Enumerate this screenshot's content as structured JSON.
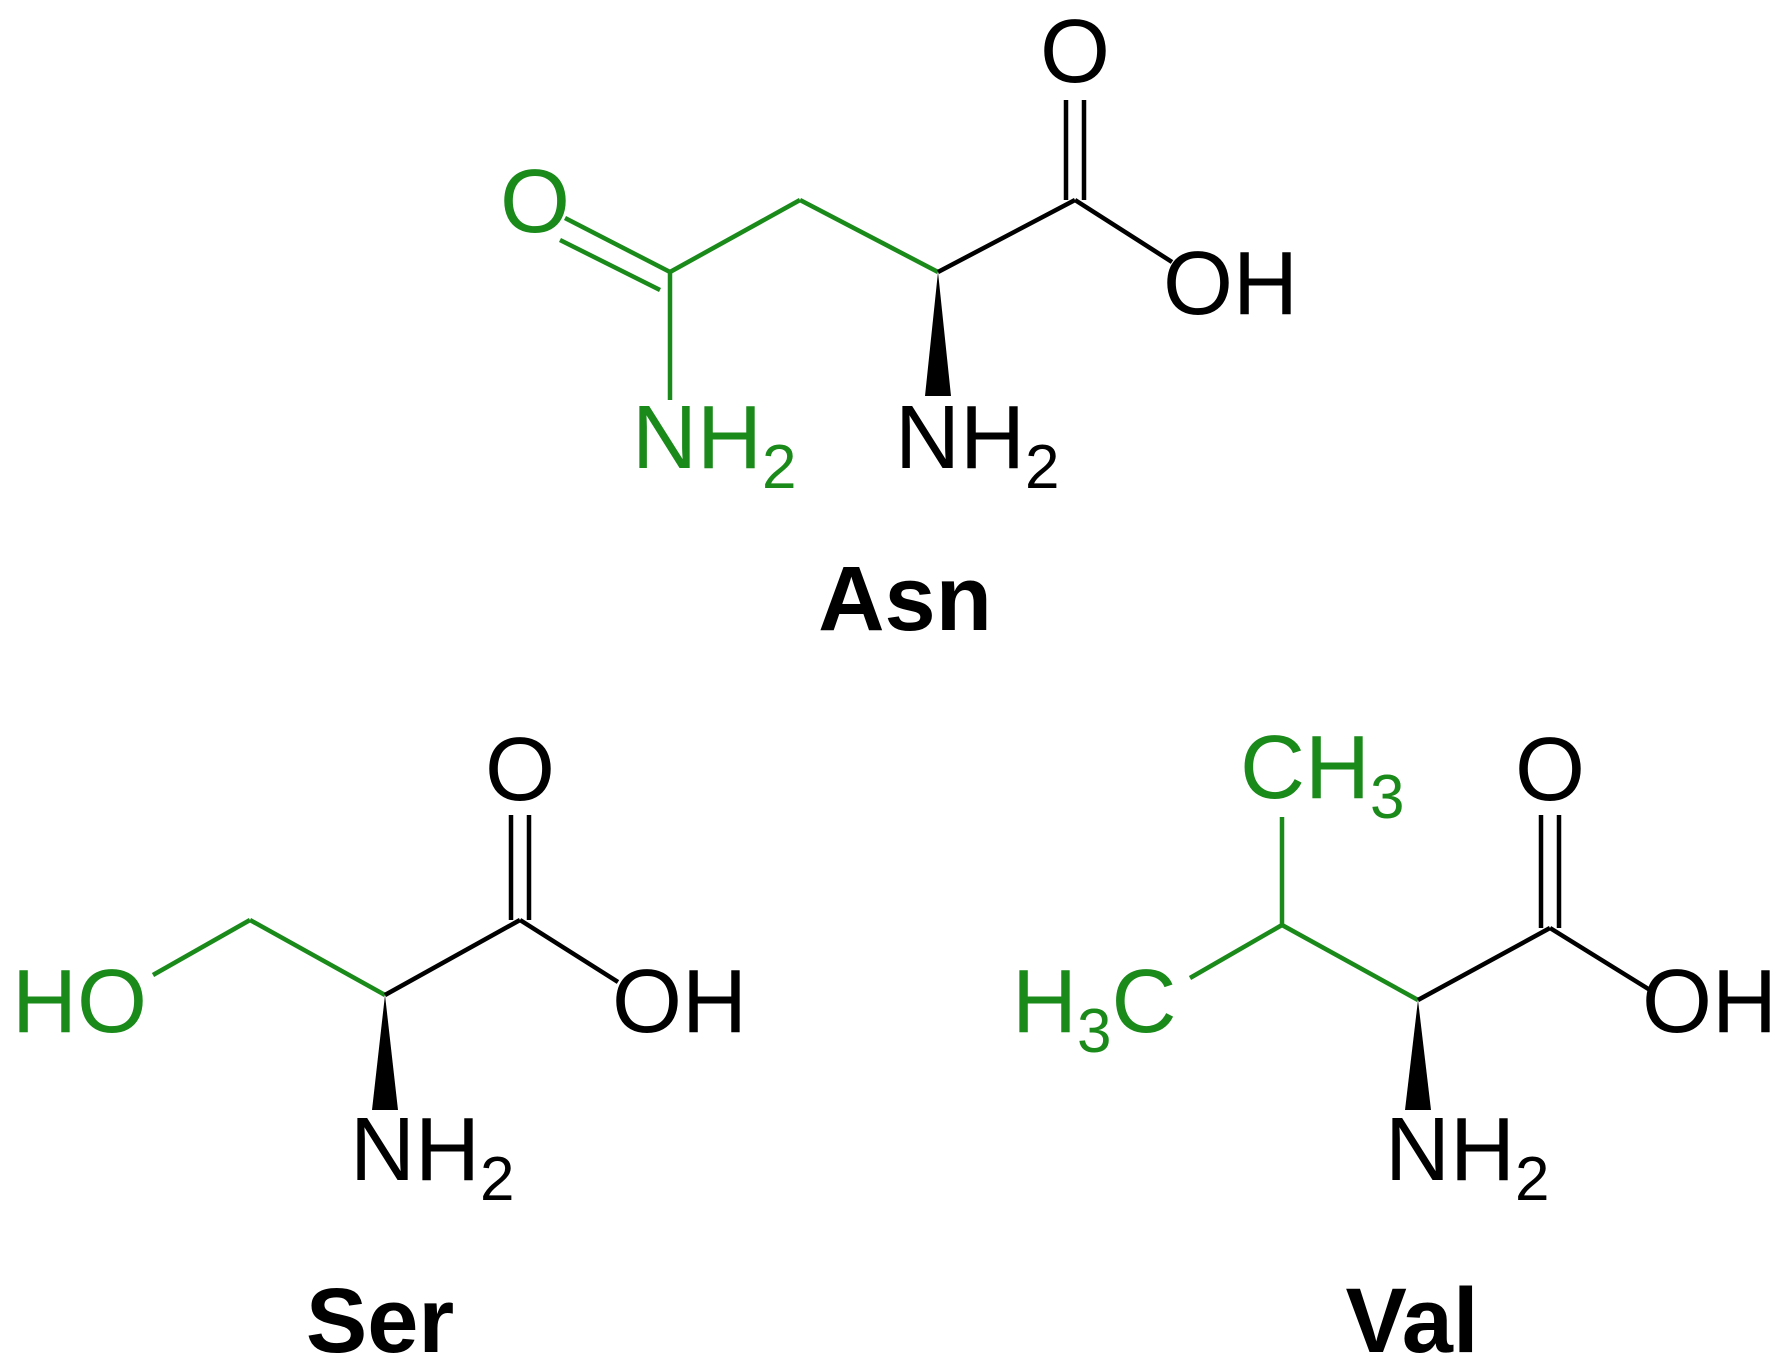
{
  "colors": {
    "side_chain": "#1a8a1a",
    "backbone": "#000000"
  },
  "molecules": {
    "asn": {
      "name": "Asn",
      "carbonyl_o": "O",
      "acid_o": "O",
      "acid_oh": "OH",
      "amide_n": "NH",
      "amide_sub": "2",
      "alpha_n": "NH",
      "alpha_sub": "2"
    },
    "ser": {
      "name": "Ser",
      "ho": "HO",
      "acid_o": "O",
      "acid_oh": "OH",
      "alpha_n": "NH",
      "alpha_sub": "2"
    },
    "val": {
      "name": "Val",
      "ch3_top": "CH",
      "ch3_top_sub": "3",
      "h3c_h": "H",
      "h3c_sub": "3",
      "h3c_c": "C",
      "acid_o": "O",
      "acid_oh": "OH",
      "alpha_n": "NH",
      "alpha_sub": "2"
    }
  }
}
